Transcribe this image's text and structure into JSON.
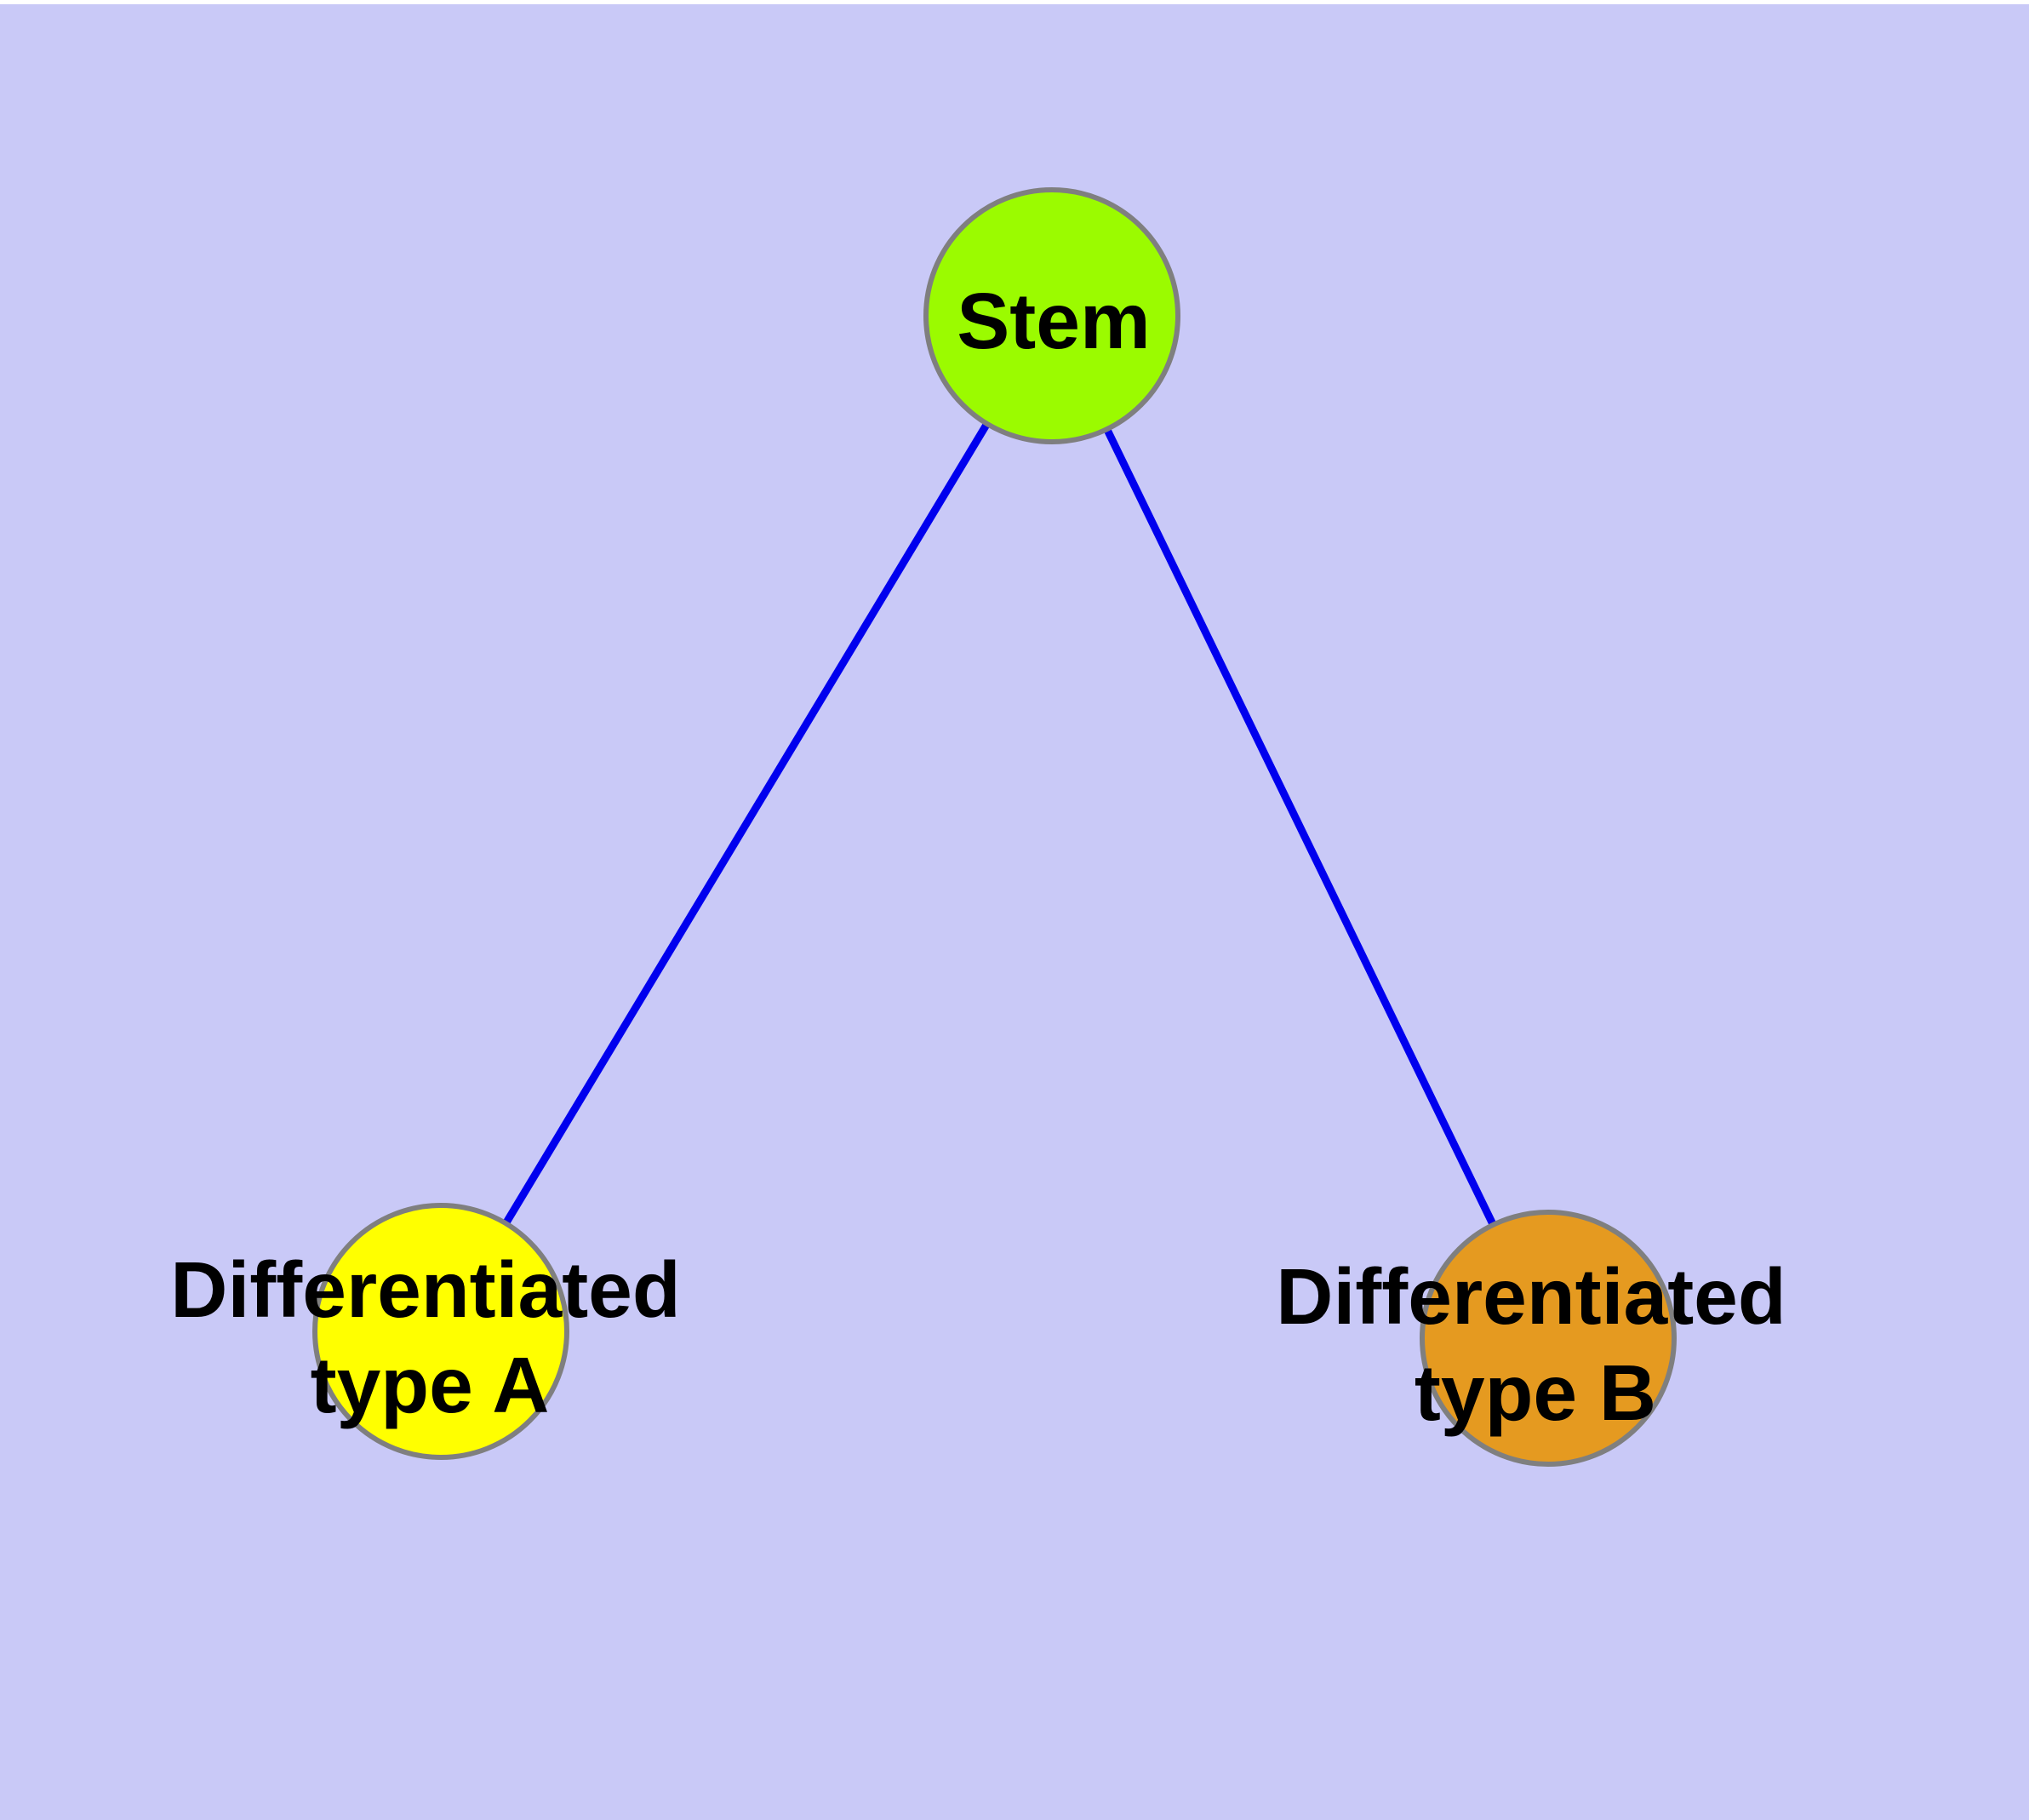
{
  "canvas": {
    "background_color": "#C9C9F7",
    "top_margin_color": "#FFFFFF"
  },
  "graph": {
    "type": "node-link-diagram",
    "edge_color": "#0000EE",
    "node_border_color": "#7F7F7F",
    "nodes": {
      "stem": {
        "label": "Stem",
        "fill": "#9BFB00"
      },
      "typeA": {
        "label_line1": "Differentiated",
        "label_line2": "type A",
        "fill": "#FFFF00"
      },
      "typeB": {
        "label_line1": "Differentiated",
        "label_line2": "type B",
        "fill": "#E59A20"
      }
    },
    "edges": [
      {
        "from": "Stem",
        "to": "Differentiated type A"
      },
      {
        "from": "Stem",
        "to": "Differentiated type B"
      }
    ]
  }
}
